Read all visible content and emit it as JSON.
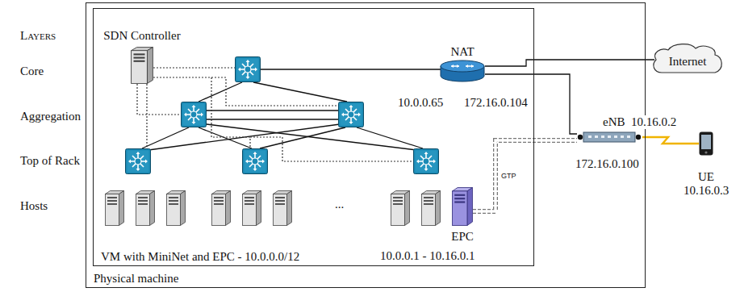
{
  "diagram": {
    "nodes": [
      {
        "text": [
          "Physical machine"
        ]
      },
      {
        "text": [
          "VM with MiniNet and EPC - 10.0.0.0/12"
        ],
        "in": 0
      },
      {
        "text": [
          "SDN Controller"
        ],
        "in": 1
      },
      {
        "text": [
          "NAT"
        ],
        "in": 1
      },
      {
        "text": [
          "EPC"
        ],
        "in": 1
      },
      {
        "text": [
          "eNB"
        ],
        "in": 0
      },
      {
        "text": [
          "Internet"
        ]
      },
      {
        "text": [
          "UE",
          "10.16.0.3"
        ]
      }
    ],
    "edges": [
      {
        "from": 3,
        "to": 6,
        "arrow": "none"
      },
      {
        "from": 3,
        "to": 5,
        "arrow": "none"
      },
      {
        "from": 4,
        "to": 5,
        "label": "GTP",
        "arrow": "none"
      },
      {
        "from": 5,
        "to": 7,
        "arrow": "none"
      }
    ],
    "labels": [
      "Layers",
      "Core",
      "Aggregation",
      "Top of Rack",
      "Hosts",
      "10.0.0.65",
      "172.16.0.104",
      "10.16.0.2",
      "172.16.0.100",
      "...",
      "10.0.0.1 - 10.16.0.1"
    ]
  }
}
